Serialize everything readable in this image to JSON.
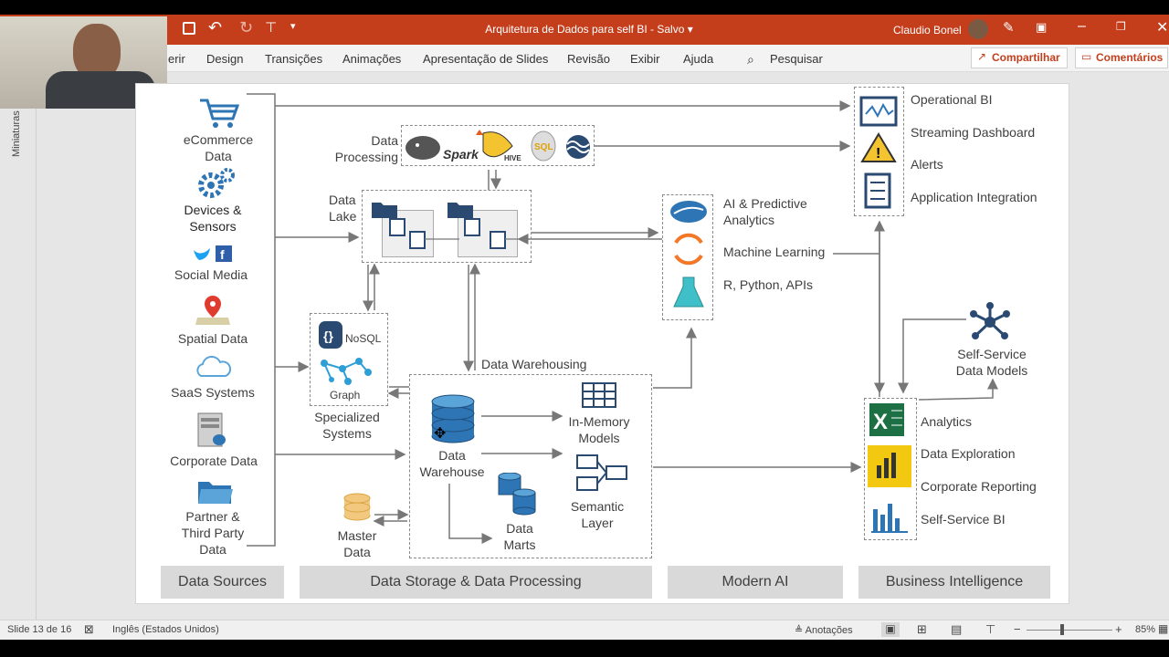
{
  "window": {
    "title": "Arquitetura de Dados para self BI",
    "title_sep": " - ",
    "save_status": "Salvo",
    "user": "Claudio Bonel"
  },
  "ribbon": {
    "tabs": [
      "erir",
      "Design",
      "Transições",
      "Animações",
      "Apresentação de Slides",
      "Revisão",
      "Exibir",
      "Ajuda"
    ],
    "search": "Pesquisar",
    "share": "Compartilhar",
    "comments": "Comentários"
  },
  "left_pane": {
    "label": "Miniaturas"
  },
  "slide": {
    "sources": [
      "eCommerce\nData",
      "Devices &\nSensors",
      "Social Media",
      "Spatial Data",
      "SaaS Systems",
      "Corporate Data",
      "Partner &\nThird Party\nData"
    ],
    "data_processing": "Data\nProcessing",
    "data_lake": "Data\nLake",
    "nosql": "NoSQL",
    "graph": "Graph",
    "specialized": "Specialized\nSystems",
    "master": "Master\nData",
    "dw_title": "Data Warehousing",
    "dw": "Data\nWarehouse",
    "inmem": "In-Memory\nModels",
    "semantic": "Semantic\nLayer",
    "marts": "Data\nMarts",
    "ai": [
      "AI & Predictive\nAnalytics",
      "Machine Learning",
      "R, Python, APIs"
    ],
    "operational": [
      "Operational BI",
      "Streaming Dashboard",
      "Alerts",
      "Application Integration"
    ],
    "selfservice": "Self-Service\nData Models",
    "bi": [
      "Analytics",
      "Data Exploration",
      "Corporate Reporting",
      "Self-Service BI"
    ],
    "bands": [
      "Data Sources",
      "Data Storage & Data Processing",
      "Modern AI",
      "Business Intelligence"
    ],
    "logos": {
      "spark": "Spark",
      "hive": "HIVE",
      "sql": "SQL"
    }
  },
  "status": {
    "slide": "Slide 13 de 16",
    "lang": "Inglês (Estados Unidos)",
    "notes": "Anotações",
    "zoom": "85%"
  }
}
